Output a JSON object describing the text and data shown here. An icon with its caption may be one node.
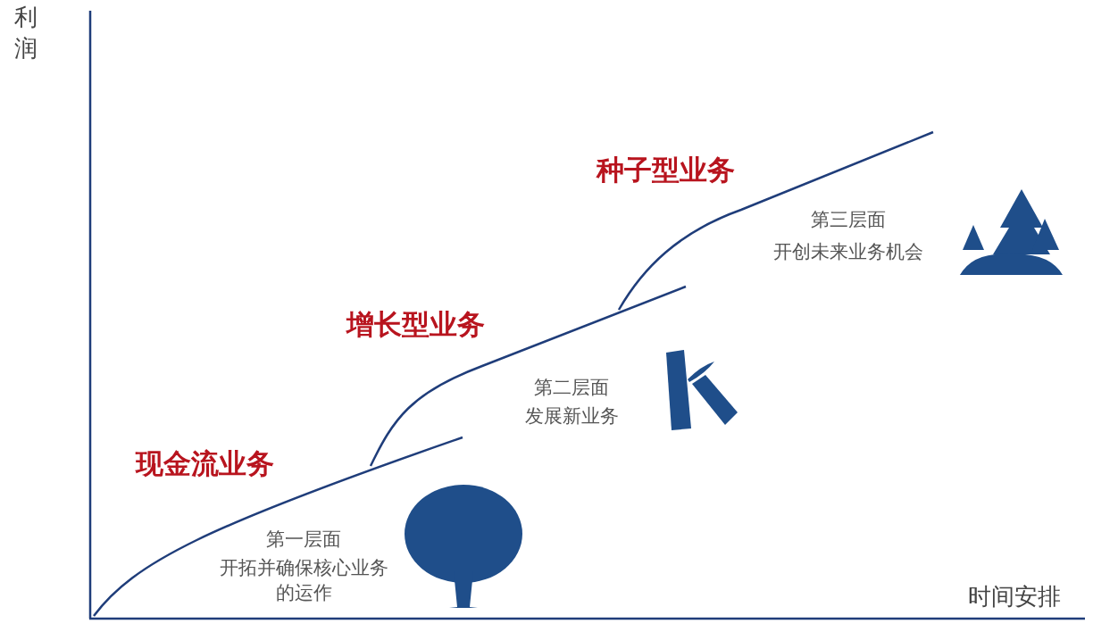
{
  "diagram": {
    "labels": [
      "利润",
      "时间安排",
      "种子型业务",
      "第三层面",
      "开创未来业务机会",
      "增长型业务",
      "第二层面",
      "发展新业务",
      "现金流业务",
      "第一层面",
      "开拓并确保核心业务的运作"
    ]
  }
}
